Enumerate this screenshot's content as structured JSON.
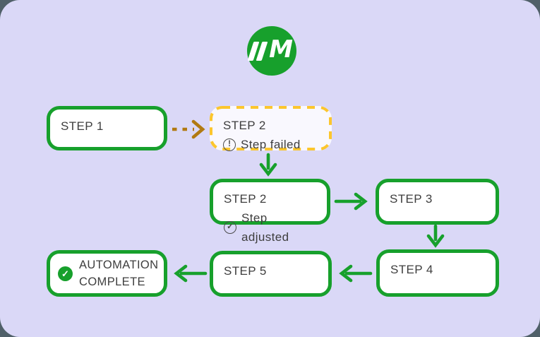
{
  "page": {
    "type": "automation-flow-diagram",
    "background_color": "#506069",
    "card_color": "#dad8f7"
  },
  "colors": {
    "green": "#17a02c",
    "warning_border": "#fcc62d",
    "warning_arrow": "#b17a12",
    "text": "#3e3e3e",
    "node_background": "#ffffff"
  },
  "logo": {
    "letter": "M"
  },
  "icons": {
    "warning_glyph": "!",
    "check_glyph": "✓",
    "complete_check_glyph": "✓"
  },
  "nodes": {
    "step1": {
      "label": "STEP 1"
    },
    "step2_failed": {
      "label": "STEP 2",
      "status": "Step failed"
    },
    "step2_adjusted": {
      "label": "STEP 2",
      "status": "Step adjusted"
    },
    "step3": {
      "label": "STEP 3"
    },
    "step4": {
      "label": "STEP 4"
    },
    "step5": {
      "label": "STEP 5"
    },
    "complete": {
      "line1": "AUTOMATION",
      "line2": "COMPLETE"
    }
  }
}
